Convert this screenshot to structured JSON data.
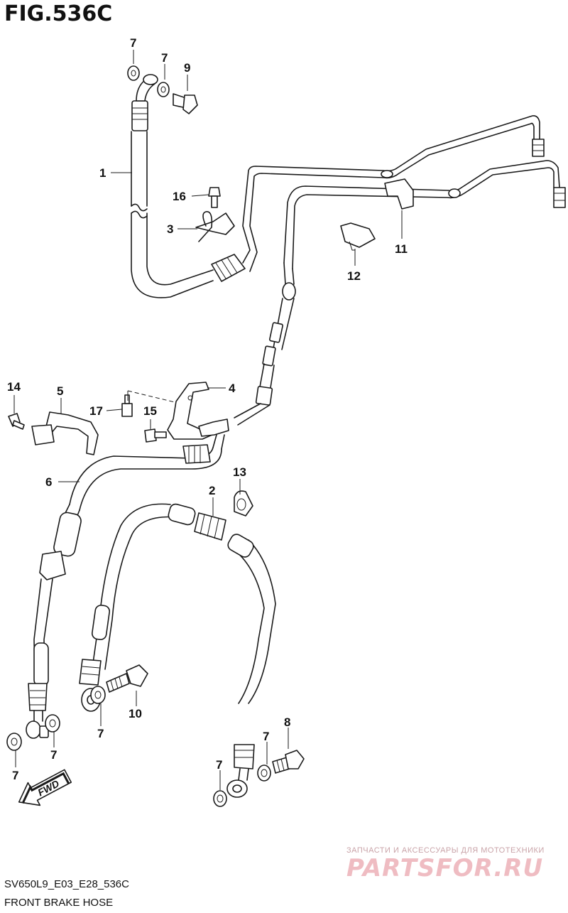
{
  "figure": {
    "title": "FIG.536C",
    "code": "SV650L9_E03_E28_536C",
    "subtitle": "FRONT BRAKE HOSE"
  },
  "watermark": {
    "tagline": "ЗАПЧАСТИ И АКСЕССУАРЫ ДЛЯ МОТОТЕХНИКИ",
    "logo": "PARTSFOR.RU"
  },
  "fwd_label": "FWD",
  "callouts": [
    {
      "id": "c7a",
      "label": "7"
    },
    {
      "id": "c7b",
      "label": "7"
    },
    {
      "id": "c9",
      "label": "9"
    },
    {
      "id": "c1",
      "label": "1"
    },
    {
      "id": "c16",
      "label": "16"
    },
    {
      "id": "c3",
      "label": "3"
    },
    {
      "id": "c11",
      "label": "11"
    },
    {
      "id": "c12",
      "label": "12"
    },
    {
      "id": "c14",
      "label": "14"
    },
    {
      "id": "c5",
      "label": "5"
    },
    {
      "id": "c17",
      "label": "17"
    },
    {
      "id": "c15",
      "label": "15"
    },
    {
      "id": "c4",
      "label": "4"
    },
    {
      "id": "c6",
      "label": "6"
    },
    {
      "id": "c13",
      "label": "13"
    },
    {
      "id": "c2",
      "label": "2"
    },
    {
      "id": "c10",
      "label": "10"
    },
    {
      "id": "c7c",
      "label": "7"
    },
    {
      "id": "c7d",
      "label": "7"
    },
    {
      "id": "c7e",
      "label": "7"
    },
    {
      "id": "c8",
      "label": "8"
    },
    {
      "id": "c7f",
      "label": "7"
    },
    {
      "id": "c7g",
      "label": "7"
    }
  ],
  "colors": {
    "line": "#1a1a1a",
    "watermark": "#efbcc2"
  }
}
